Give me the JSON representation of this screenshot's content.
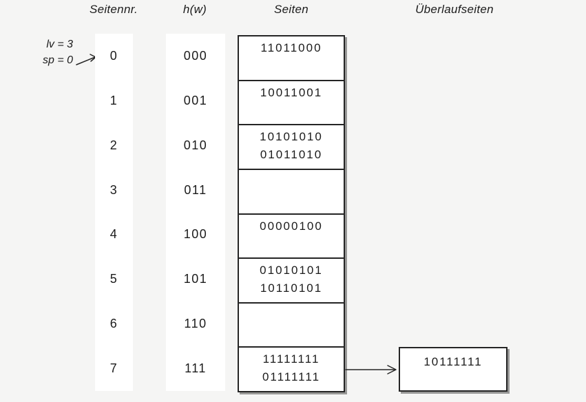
{
  "headers": {
    "seitennr": "Seitennr.",
    "hw": "h(w)",
    "seiten": "Seiten",
    "ueberlauf": "Überlaufseiten"
  },
  "annotation": {
    "lv": "lv = 3",
    "sp": "sp = 0"
  },
  "rows": [
    {
      "nr": "0",
      "h": "000",
      "page": [
        "11011000"
      ]
    },
    {
      "nr": "1",
      "h": "001",
      "page": [
        "10011001"
      ]
    },
    {
      "nr": "2",
      "h": "010",
      "page": [
        "10101010",
        "01011010"
      ]
    },
    {
      "nr": "3",
      "h": "011",
      "page": []
    },
    {
      "nr": "4",
      "h": "100",
      "page": [
        "00000100"
      ]
    },
    {
      "nr": "5",
      "h": "101",
      "page": [
        "01010101",
        "10110101"
      ]
    },
    {
      "nr": "6",
      "h": "110",
      "page": []
    },
    {
      "nr": "7",
      "h": "111",
      "page": [
        "11111111",
        "01111111"
      ]
    }
  ],
  "overflow": {
    "attached_to_row": "7",
    "values": [
      "10111111"
    ]
  },
  "colors": {
    "background": "#f5f5f4",
    "box_fill": "#ffffff",
    "line": "#242424",
    "text": "#1b1b1b",
    "shadow_rgba": "rgba(0,0,0,0.38)"
  }
}
